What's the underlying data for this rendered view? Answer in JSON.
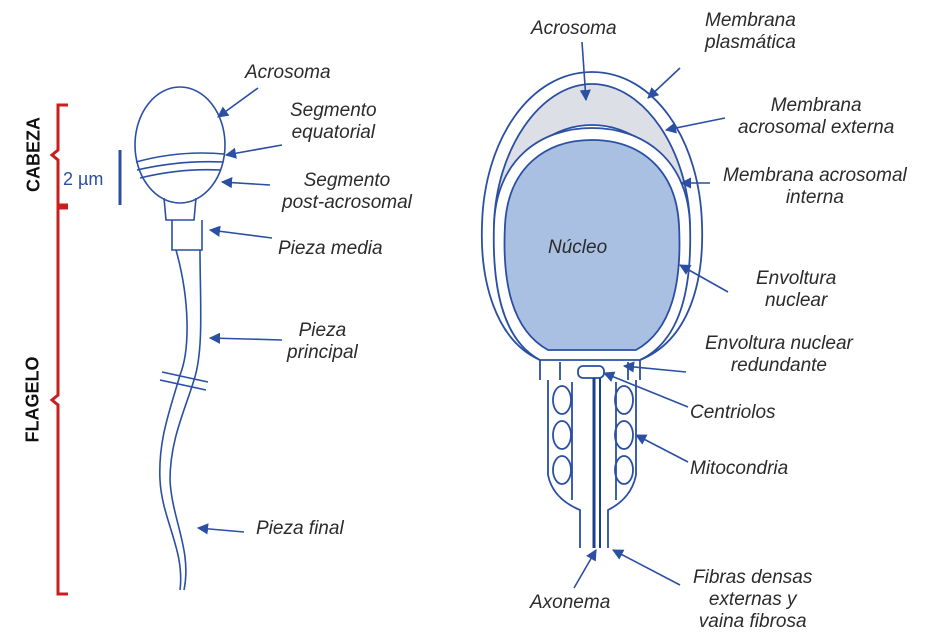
{
  "sections": {
    "head": "CABEZA",
    "flagellum": "FLAGELO"
  },
  "scale_bar": "2 µm",
  "sperm_labels": {
    "acrosome": "Acrosoma",
    "equatorial_1": "Segmento",
    "equatorial_2": "equatorial",
    "postacro_1": "Segmento",
    "postacro_2": "post-acrosomal",
    "midpiece": "Pieza media",
    "principal_1": "Pieza",
    "principal_2": "principal",
    "endpiece": "Pieza final"
  },
  "head_labels": {
    "acrosome": "Acrosoma",
    "plasma_1": "Membrana",
    "plasma_2": "plasmática",
    "outer_1": "Membrana",
    "outer_2": "acrosomal externa",
    "inner_1": "Membrana acrosomal",
    "inner_2": "interna",
    "nucleus": "Núcleo",
    "envelope_1": "Envoltura",
    "envelope_2": "nuclear",
    "redundant_1": "Envoltura nuclear",
    "redundant_2": "redundante",
    "centrioles": "Centriolos",
    "mito": "Mitocondria",
    "axoneme": "Axonema",
    "fibers_1": "Fibras densas",
    "fibers_2": "externas y",
    "fibers_3": "vaina fibrosa"
  },
  "colors": {
    "line": "#2a4fa3",
    "nucleus": "#a9c0e2",
    "acrosome": "#dcdfe6",
    "bracket": "#c81e1e"
  }
}
